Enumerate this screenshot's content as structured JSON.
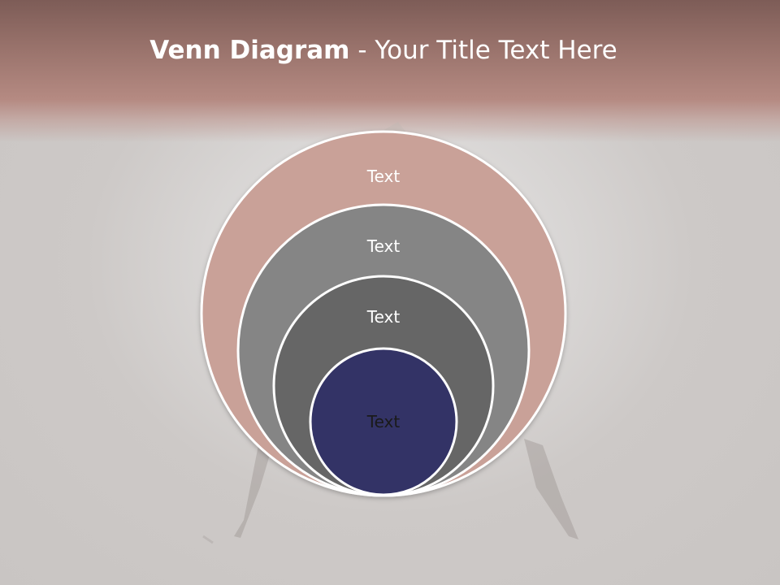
{
  "slide": {
    "title_bold": "Venn Diagram",
    "title_rest": " - Your Title Text Here"
  },
  "diagram": {
    "circles": [
      {
        "label": "Text",
        "fill": "#c9a198",
        "text_color": "#ffffff"
      },
      {
        "label": "Text",
        "fill": "#858585",
        "text_color": "#ffffff"
      },
      {
        "label": "Text",
        "fill": "#666666",
        "text_color": "#ffffff"
      },
      {
        "label": "Text",
        "fill": "#333366",
        "text_color": "#1a1a1a"
      }
    ]
  },
  "colors": {
    "header_top": "#7d5c57",
    "header_bottom": "#b58a82",
    "circle_outline": "#ffffff"
  }
}
